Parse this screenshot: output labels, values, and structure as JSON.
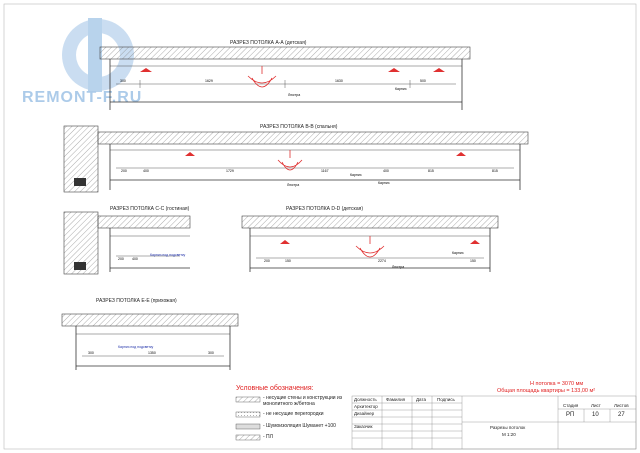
{
  "watermark": {
    "brand": "REMONT-F.RU"
  },
  "sections": {
    "aa": {
      "title": "РАЗРЕЗ ПОТОЛКА А-А (детская)",
      "dims": [
        "300",
        "1629",
        "1630",
        "500"
      ],
      "notes": [
        "Люстра",
        "Карниз"
      ]
    },
    "bb": {
      "title": "РАЗРЕЗ ПОТОЛКА В-В (спальня)",
      "dims": [
        "200",
        "400",
        "1729",
        "1167",
        "400",
        "815",
        "815"
      ],
      "notes": [
        "Люстра",
        "Карниз",
        "Карниз"
      ]
    },
    "cc": {
      "title": "РАЗРЕЗ ПОТОЛКА С-С (гостиная)",
      "dims": [
        "200",
        "400"
      ],
      "notes": [
        "Карниз под подсветку"
      ]
    },
    "dd": {
      "title": "РАЗРЕЗ ПОТОЛКА D-D (детская)",
      "dims": [
        "200",
        "150",
        "2274",
        "150"
      ],
      "notes": [
        "Люстра",
        "Карниз"
      ]
    },
    "ee": {
      "title": "РАЗРЕЗ ПОТОЛКА Е-Е (прихожая)",
      "dims": [
        "300",
        "1350",
        "300"
      ],
      "notes": [
        "Карниз под подсветку"
      ]
    }
  },
  "legend": {
    "title": "Условные обозначения:",
    "items": [
      "- несущие стены и конструкции из монолитного ж/бетона",
      "- не несущие перегородки",
      "- Шумоизоляция Шуманет +100",
      "- ПЛ"
    ]
  },
  "summary": {
    "ceiling_height": "Н потолка = 3070 мм",
    "area": "Общая площадь квартиры = 133,00 м²"
  },
  "title_block": {
    "roles": [
      "Должность",
      "Архитектор",
      "Дизайнер",
      "Заказчик"
    ],
    "columns": [
      "Фамилия",
      "Дата",
      "Подпись"
    ],
    "stage_headers": [
      "Стадия",
      "Лист",
      "Листов"
    ],
    "stage_values": [
      "РП",
      "10",
      "27"
    ],
    "sheet_name": "Разрезы потолок",
    "scale": "М 1:20"
  }
}
